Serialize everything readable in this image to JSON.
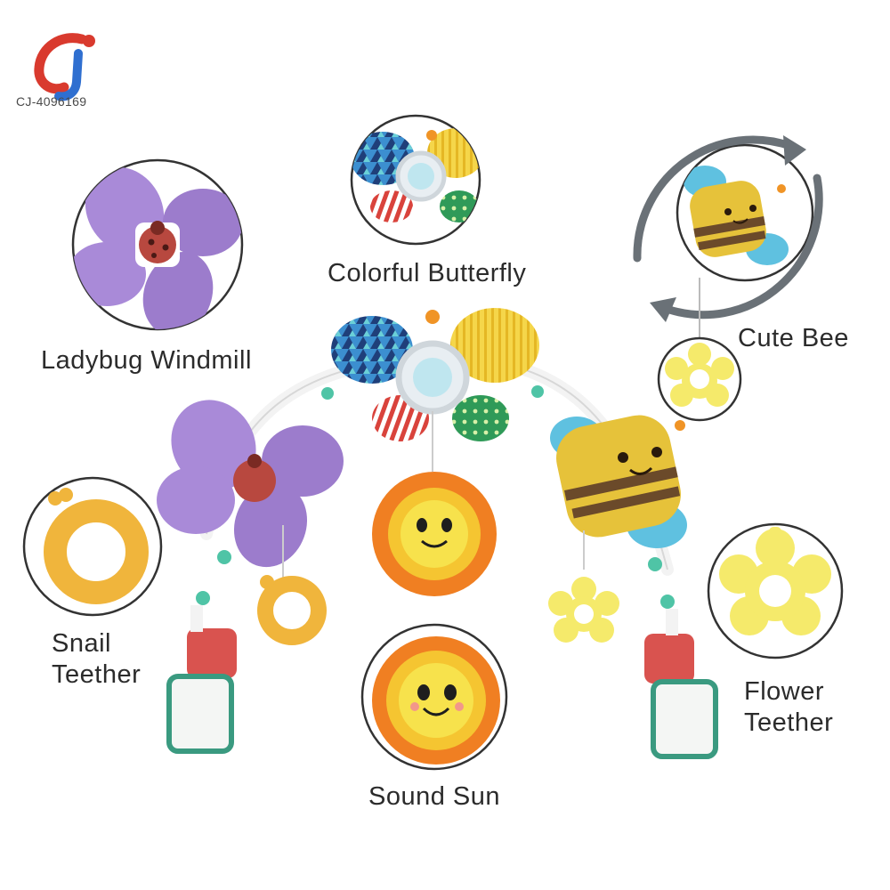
{
  "brand": {
    "code": "CJ-4096169"
  },
  "labels": {
    "ladybug": "Ladybug Windmill",
    "butterfly": "Colorful Butterfly",
    "bee": "Cute Bee",
    "snail_1": "Snail",
    "snail_2": "Teether",
    "sun": "Sound Sun",
    "flower_1": "Flower",
    "flower_2": "Teether"
  },
  "colors": {
    "purple": "#a98ad8",
    "yellow": "#f6d94a",
    "orange": "#f09426",
    "teal": "#4fc4a6",
    "sky": "#5fc1e0",
    "red": "#d9534f",
    "brown": "#6b4a2a",
    "navy": "#2c3e73",
    "green": "#3a9a5a",
    "ring": "#3a3a3a"
  }
}
